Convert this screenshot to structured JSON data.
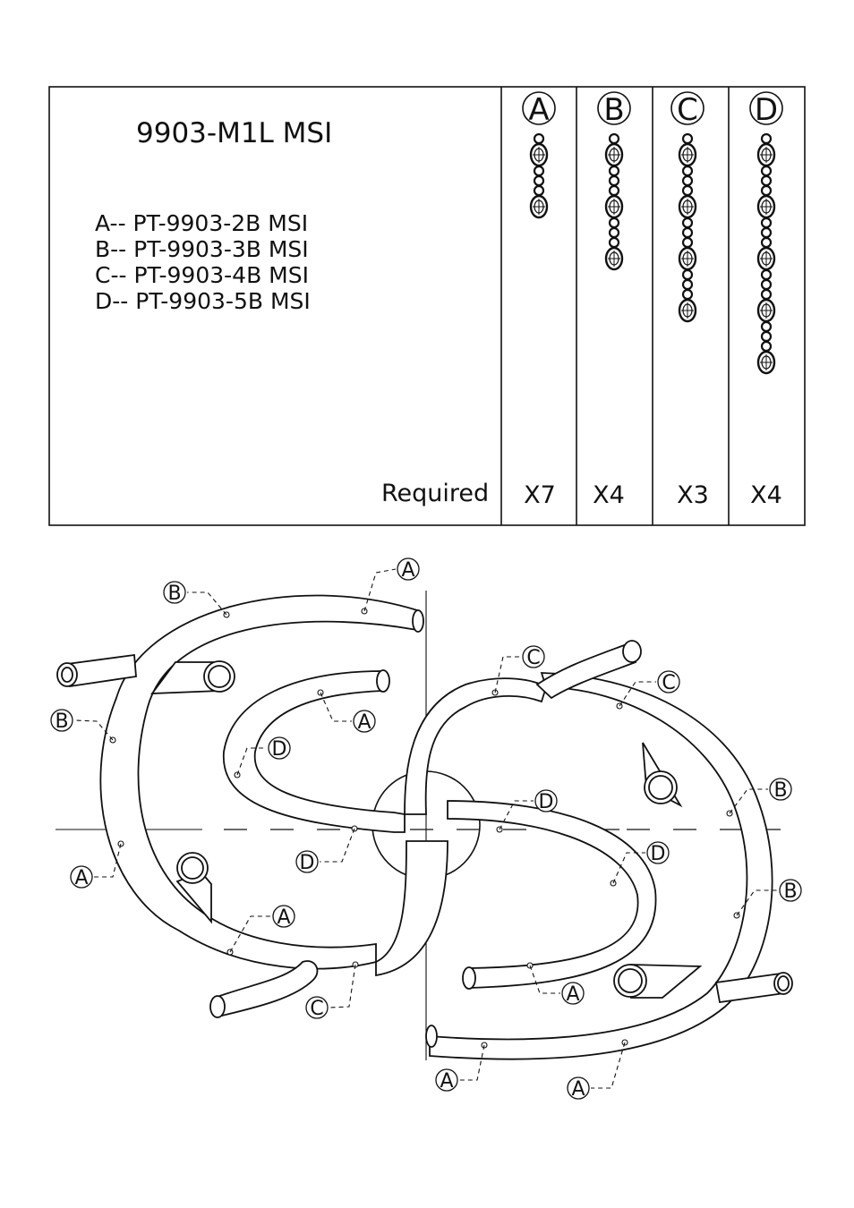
{
  "model_title": "9903-M1L MSI",
  "parts": [
    {
      "letter": "A",
      "code": "PT-9903-2B MSI",
      "line": "A-- PT-9903-2B MSI",
      "qty": "X7"
    },
    {
      "letter": "B",
      "code": "PT-9903-3B MSI",
      "line": "B-- PT-9903-3B MSI",
      "qty": "X4"
    },
    {
      "letter": "C",
      "code": "PT-9903-4B MSI",
      "line": "C-- PT-9903-4B MSI",
      "qty": "X3"
    },
    {
      "letter": "D",
      "code": "PT-9903-5B MSI",
      "line": "D-- PT-9903-5B MSI",
      "qty": "X4"
    }
  ],
  "required_label": "Required",
  "callouts": [
    "A",
    "B",
    "B",
    "A",
    "A",
    "D",
    "D",
    "A",
    "C",
    "C",
    "C",
    "D",
    "D",
    "B",
    "B",
    "A",
    "A",
    "A"
  ]
}
